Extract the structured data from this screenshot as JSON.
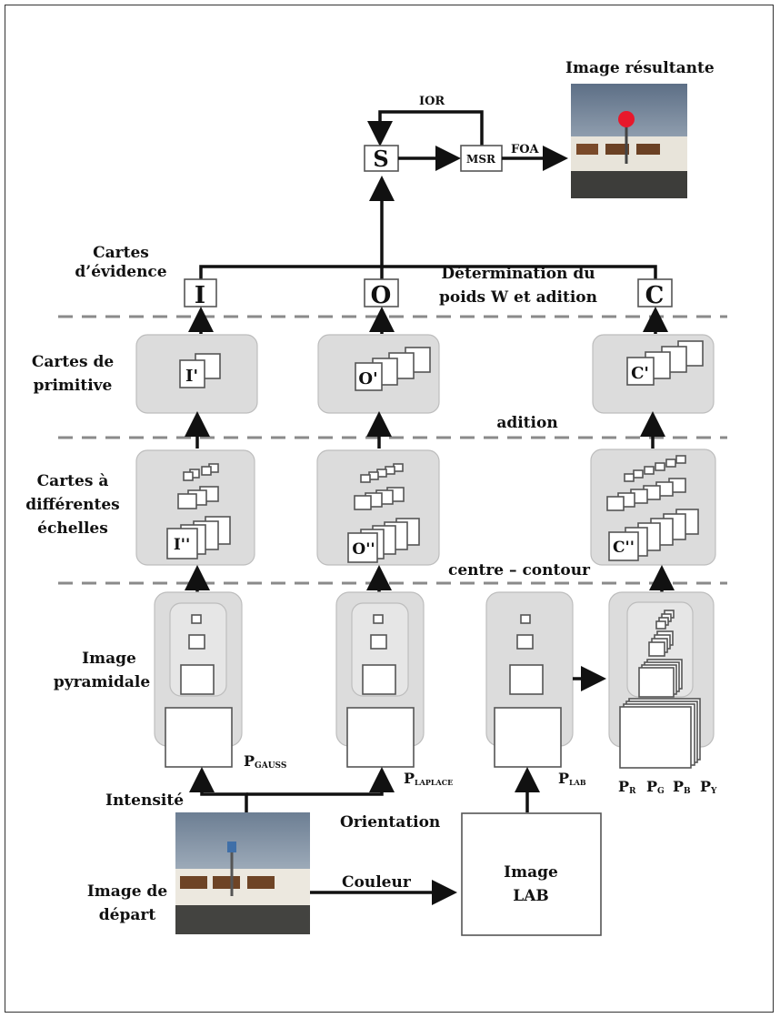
{
  "labels": {
    "result_image": "Image résultante",
    "ior": "IOR",
    "s": "S",
    "msr": "MSR",
    "foa": "FOA",
    "evidence_line1": "Cartes",
    "evidence_line2": "d’évidence",
    "map_i": "I",
    "map_o": "O",
    "map_c": "C",
    "weight_line1": "Détermination du",
    "weight_line2": "poids W et adition",
    "primitive_line1": "Cartes de",
    "primitive_line2": "primitive",
    "prim_i": "I'",
    "prim_o": "O'",
    "prim_c": "C'",
    "adition": "adition",
    "scales_line1": "Cartes à",
    "scales_line2": "différentes",
    "scales_line3": "échelles",
    "scale_i": "I''",
    "scale_o": "O''",
    "scale_c": "C''",
    "centre_contour": "centre – contour",
    "pyr_line1": "Image",
    "pyr_line2": "pyramidale",
    "p_gauss_main": "P",
    "p_gauss_sub": "GAUSS",
    "p_lap_main": "P",
    "p_lap_sub": "LAPLACE",
    "p_lab_main": "P",
    "p_lab_sub": "LAB",
    "pr_main": "P",
    "pr_sub": "R",
    "pg_main": "P",
    "pg_sub": "G",
    "pb_main": "P",
    "pb_sub": "B",
    "py_main": "P",
    "py_sub": "Y",
    "intensite": "Intensité",
    "orientation": "Orientation",
    "couleur": "Couleur",
    "start_line1": "Image de",
    "start_line2": "départ",
    "lab_line1": "Image",
    "lab_line2": "LAB"
  },
  "colors": {
    "panel": "#dcdcdc",
    "arrow": "#111111",
    "dash": "#8a8a8a",
    "focus_marker": "#e8182b"
  }
}
